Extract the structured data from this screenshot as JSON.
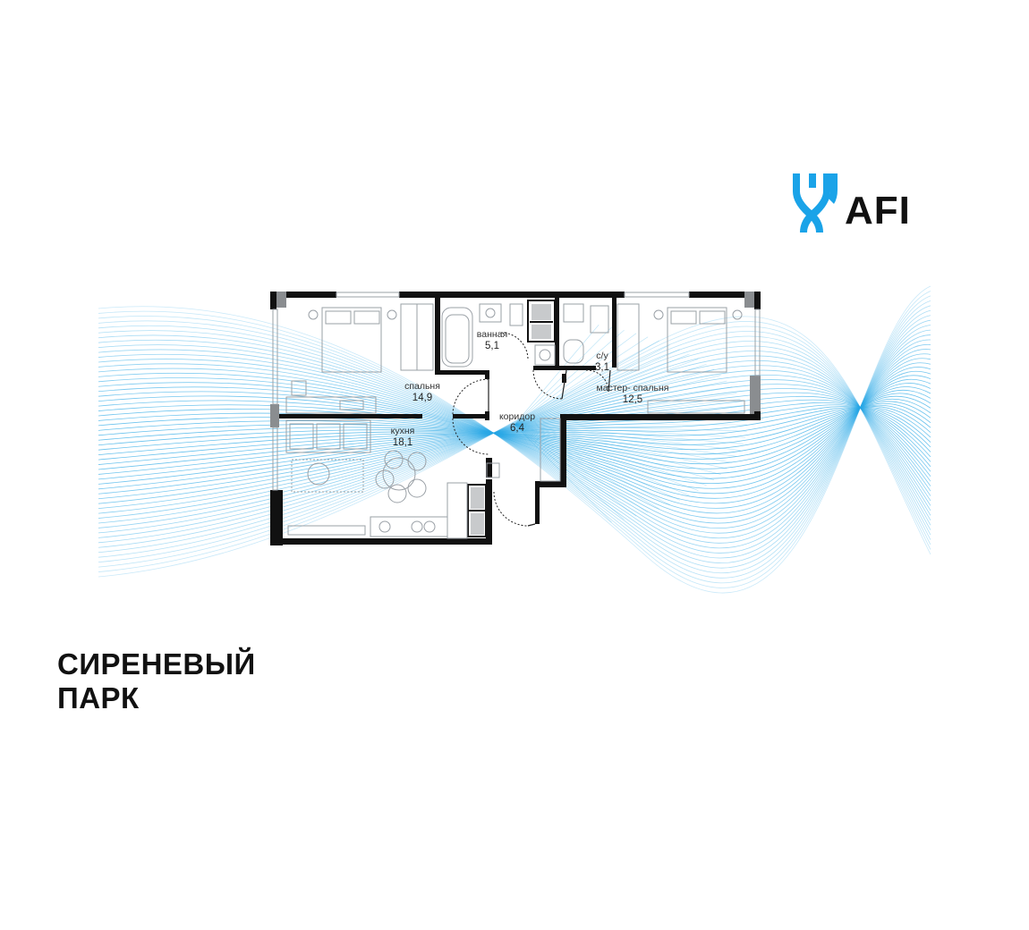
{
  "brand": {
    "name": "AFI",
    "accent": "#1aa3e8",
    "dark": "#111111"
  },
  "project": {
    "line1": "СИРЕНЕВЫЙ",
    "line2": "ПАРК"
  },
  "rooms": [
    {
      "id": "bathroom",
      "name": "ванная",
      "area": "5,1"
    },
    {
      "id": "wc",
      "name": "с/у",
      "area": "3,1"
    },
    {
      "id": "bedroom",
      "name": "спальня",
      "area": "14,9"
    },
    {
      "id": "master",
      "name": "мастер- спальня",
      "area": "12,5"
    },
    {
      "id": "corridor",
      "name": "коридор",
      "area": "6,4"
    },
    {
      "id": "kitchen",
      "name": "кухня",
      "area": "18,1"
    }
  ],
  "colors": {
    "wall": "#111111",
    "column": "#8a8d90",
    "furniture": "#9aa0a6",
    "wave": "#2aa8e6"
  }
}
